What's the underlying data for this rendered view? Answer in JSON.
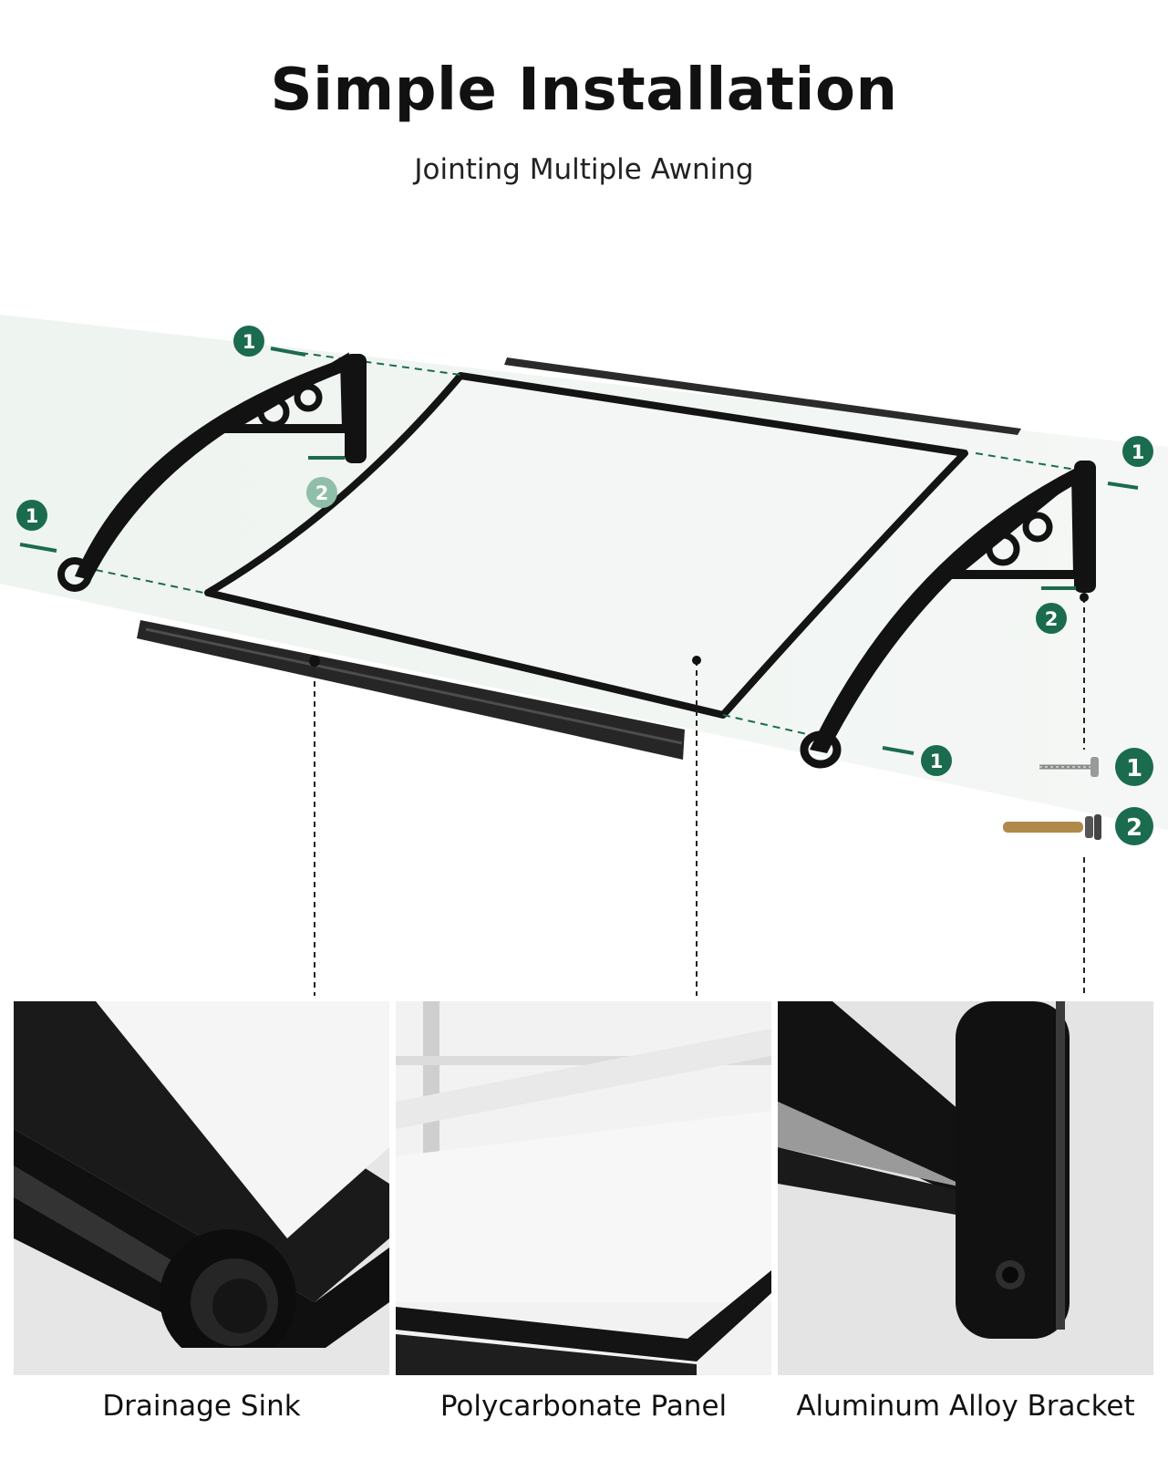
{
  "header": {
    "title": "Simple Installation",
    "subtitle": "Jointing Multiple Awning"
  },
  "diagram": {
    "badges": [
      "1",
      "1",
      "1",
      "1",
      "2",
      "2"
    ],
    "hardware": [
      {
        "number": "1",
        "icon": "screw-icon"
      },
      {
        "number": "2",
        "icon": "expansion-bolt-icon"
      }
    ]
  },
  "components": [
    {
      "label": "Drainage Sink",
      "icon": "drainage-sink-icon"
    },
    {
      "label": "Polycarbonate Panel",
      "icon": "polycarbonate-panel-icon"
    },
    {
      "label": "Aluminum Alloy Bracket",
      "icon": "aluminum-bracket-icon"
    }
  ],
  "colors": {
    "badge_green": "#1b6b4f",
    "badge_light": "#8fbfa9",
    "frame_black": "#111111"
  }
}
